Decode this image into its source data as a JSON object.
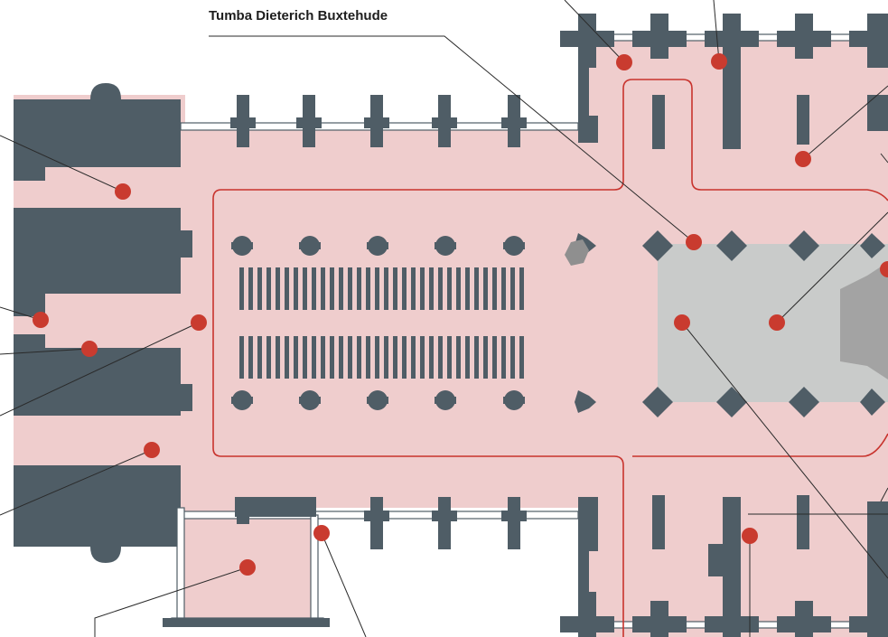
{
  "labels": {
    "buxtehude_tomb": "Tumba Dieterich Buxtehude"
  },
  "colors": {
    "wall": "#4f5d66",
    "floor": "#efcdcd",
    "choir": "#c9cbca",
    "altar": "#a3a3a3",
    "route": "#c8332d",
    "marker": "#c93b2f"
  },
  "markers": [
    {
      "name": "marker-west-chapel-north"
    },
    {
      "name": "marker-north-chapel-a"
    },
    {
      "name": "marker-north-chapel-b"
    },
    {
      "name": "marker-north-east-chapel"
    },
    {
      "name": "marker-buxtehude-tomb"
    },
    {
      "name": "marker-choir-left"
    },
    {
      "name": "marker-choir-right"
    },
    {
      "name": "marker-east-edge"
    },
    {
      "name": "marker-west-door"
    },
    {
      "name": "marker-west-porch"
    },
    {
      "name": "marker-nave-west"
    },
    {
      "name": "marker-west-chapel-south"
    },
    {
      "name": "marker-south-chapel"
    },
    {
      "name": "marker-south-porch"
    },
    {
      "name": "marker-south-east-chapel"
    }
  ]
}
